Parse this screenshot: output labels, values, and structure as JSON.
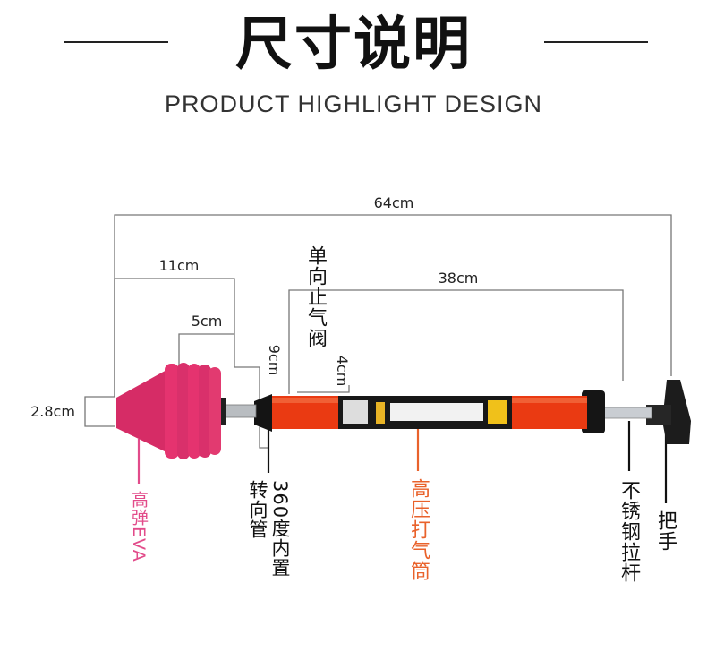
{
  "title": "尺寸说明",
  "subtitle": "PRODUCT HIGHLIGHT DESIGN",
  "dimensions": {
    "total_length": "64cm",
    "head_length": "11cm",
    "cone_length": "5cm",
    "barrel_length": "38cm",
    "head_diameter": "9cm",
    "valve_offset": "4cm",
    "tip_diameter": "2.8cm"
  },
  "labels": {
    "check_valve": "单向止气阀",
    "eva": "高弹EVA",
    "swivel_tube_line1": "360度内置",
    "swivel_tube_line2": "转向管",
    "pump_barrel": "高压打气筒",
    "steel_rod": "不锈钢拉杆",
    "handle": "把手"
  },
  "colors": {
    "foam": "#e5336f",
    "barrel": "#ea3a12",
    "eva_label": "#e24b8a",
    "barrel_label": "#e9622b",
    "line": "#777777"
  }
}
